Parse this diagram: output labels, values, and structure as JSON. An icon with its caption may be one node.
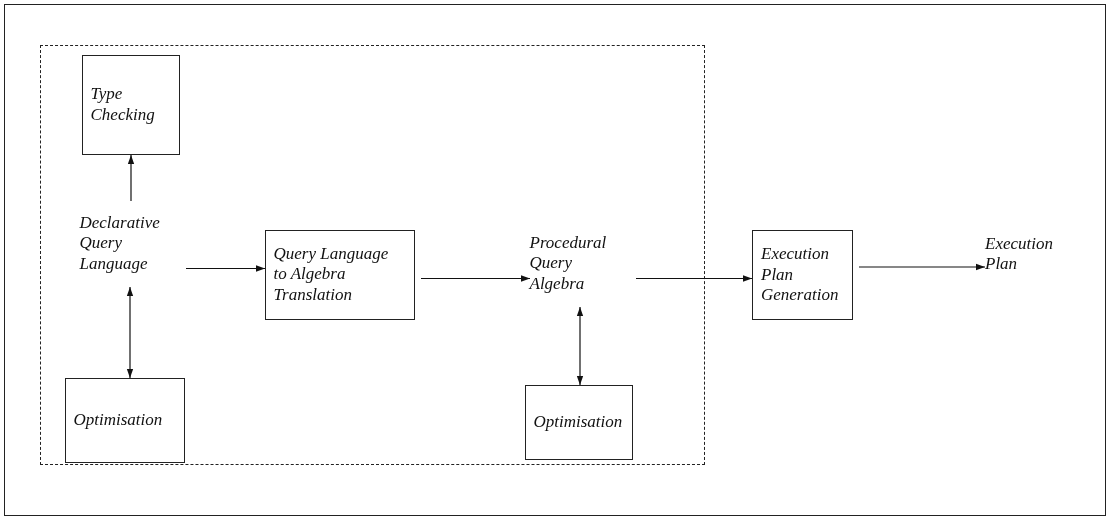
{
  "diagram": {
    "nodes": [
      {
        "text": [],
        "shape": "box"
      },
      {
        "text": [
          "Type Checking"
        ],
        "in": 0
      },
      {
        "text": [
          "Declarative Query Language"
        ],
        "in": 0
      },
      {
        "text": [
          "Query Language to Algebra Translation"
        ],
        "in": 0
      },
      {
        "text": [
          "Procedural Query Algebra"
        ],
        "in": 0
      },
      {
        "text": [
          "Execution Plan Generation"
        ]
      },
      {
        "text": [
          "Execution Plan"
        ]
      },
      {
        "text": [
          "Optimisation"
        ],
        "in": 0
      },
      {
        "text": [
          "Optimisation"
        ],
        "in": 0
      }
    ],
    "edges": [
      {
        "from": 2,
        "to": 1,
        "arrow": "to"
      },
      {
        "from": 2,
        "to": 3,
        "arrow": "to"
      },
      {
        "from": 3,
        "to": 4,
        "arrow": "to"
      },
      {
        "from": 4,
        "to": 5,
        "arrow": "to"
      },
      {
        "from": 5,
        "to": 6,
        "arrow": "to"
      },
      {
        "from": 2,
        "to": 7,
        "arrow": "both"
      },
      {
        "from": 4,
        "to": 8,
        "arrow": "both"
      }
    ]
  }
}
